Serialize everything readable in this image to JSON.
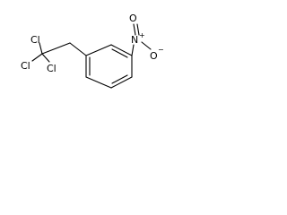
{
  "molecule": {
    "atoms": {
      "cl_top": "Cl",
      "cl_left": "Cl",
      "cl_bottom": "Cl",
      "nitrogen": "N",
      "oxygen_top": "O",
      "oxygen_right": "O",
      "plus": "+",
      "minus": "−"
    }
  }
}
